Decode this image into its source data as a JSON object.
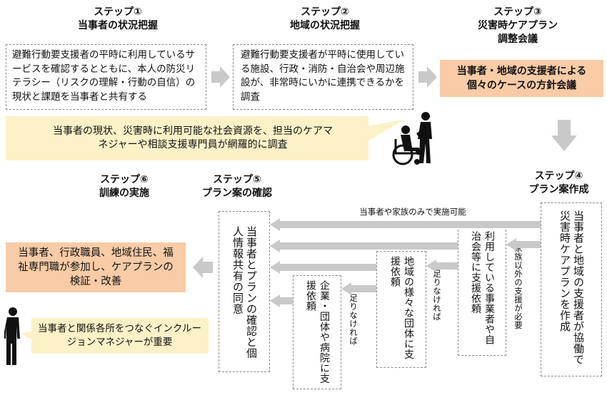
{
  "steps": {
    "s1": {
      "title": "ステップ①",
      "subtitle": "当事者の状況把握",
      "text": "避難行動要支援者の平時に利用しているサービスを確認するとともに、本人の防災リテラシー（リスクの理解・行動の自信）の現状と課題を当事者と共有する"
    },
    "s2": {
      "title": "ステップ②",
      "subtitle": "地域の状況把握",
      "text": "避難行動要支援者が平時に使用している施設、行政・消防・自治会や周辺施設が、非常時にいかに連携できるかを調査"
    },
    "s3": {
      "title": "ステップ③",
      "subtitle1": "災害時ケアプラン",
      "subtitle2": "調整会議",
      "text": "当事者・地域の支援者による個々のケースの方針会議"
    },
    "s4": {
      "title": "ステップ④",
      "subtitle": "プラン案作成"
    },
    "s5": {
      "title": "ステップ⑤",
      "subtitle": "プラン案の確認"
    },
    "s6": {
      "title": "ステップ⑥",
      "subtitle": "訓練の実施"
    }
  },
  "callout_top": "当事者の現状、災害時に利用可能な社会資源を、担当のケアマネジャーや相談支援専門員が網羅的に調査",
  "callout_bottom": "当事者と関係各所をつなぐインクルージョンマネジャーが重要",
  "boxes": {
    "plan": "当事者と地域の支援者が協働で災害時ケアプランを作成",
    "business": "利用している事業者や自治会等に支援依頼",
    "groups": "地域の様々な団体に支援依頼",
    "company": "企業・団体や病院に支援依頼",
    "confirm": "当事者とプランの確認と個人情報共有の同意",
    "training": "当事者、行政職員、地域住民、福祉専門職が参加し、ケアプランの検証・改善"
  },
  "labels": {
    "only_self": "当事者や家族のみで実施可能",
    "need_other": "家族以外の支援が必要",
    "not_enough1": "足りなければ",
    "not_enough2": "足りなければ"
  },
  "colors": {
    "peach": "#f9cba6",
    "yellow": "#fdf1c7",
    "arrow": "#c9c9c9",
    "dash": "#8a8a8a"
  },
  "icons": [
    "wheelchair-caregiver-icon",
    "standing-person-icon"
  ]
}
